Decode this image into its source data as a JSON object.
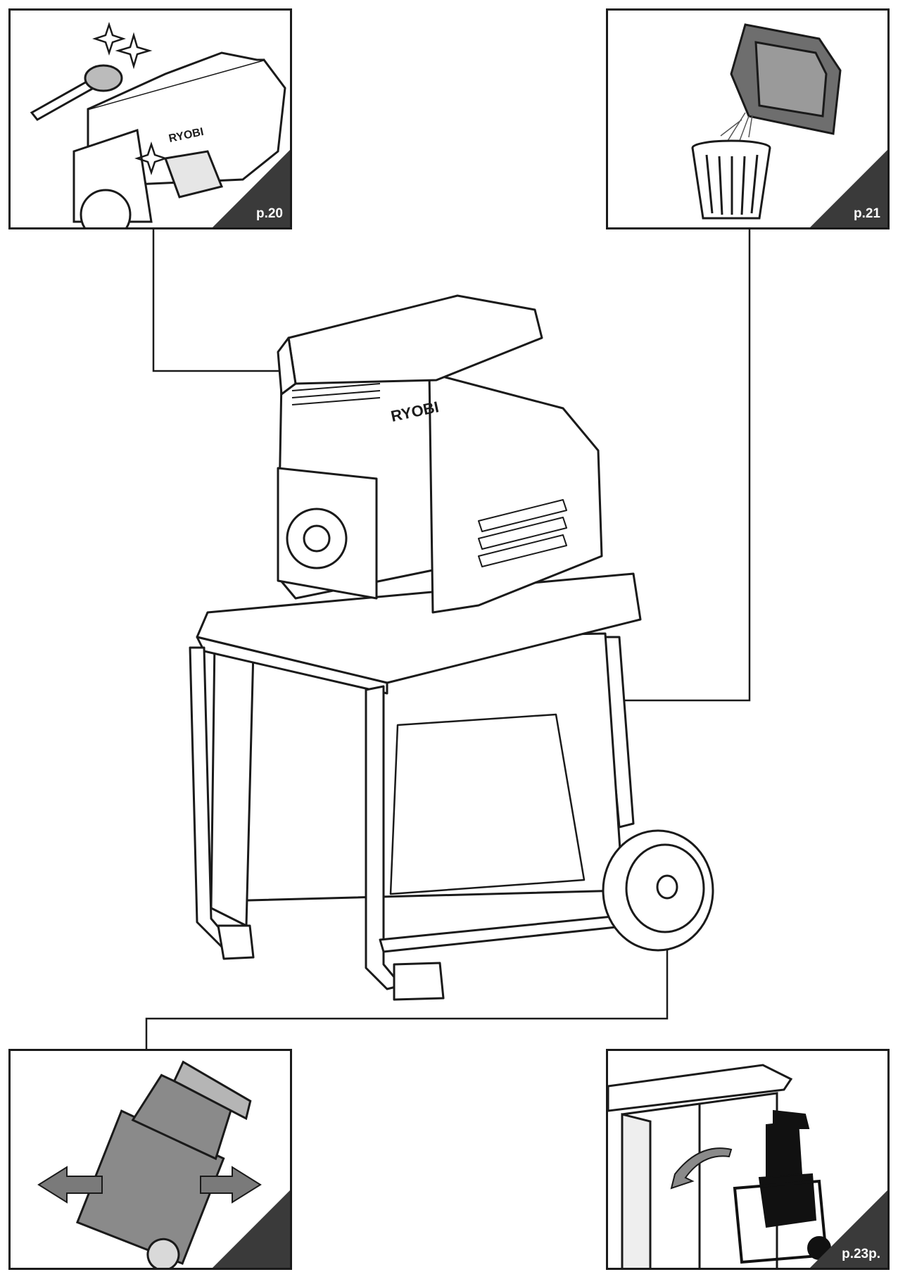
{
  "brand": {
    "logo_text": "RYOBI"
  },
  "panels": {
    "cleaning": {
      "page_ref": "p.20"
    },
    "emptying": {
      "page_ref": "p.21"
    },
    "transport": {
      "page_ref": ""
    },
    "storage": {
      "page_ref": "p.23p."
    }
  },
  "colors": {
    "line": "#1a1a1a",
    "fill_dark": "#3a3a3a",
    "fill_gray": "#8a8a8a",
    "fill_light": "#d9d9d9"
  }
}
